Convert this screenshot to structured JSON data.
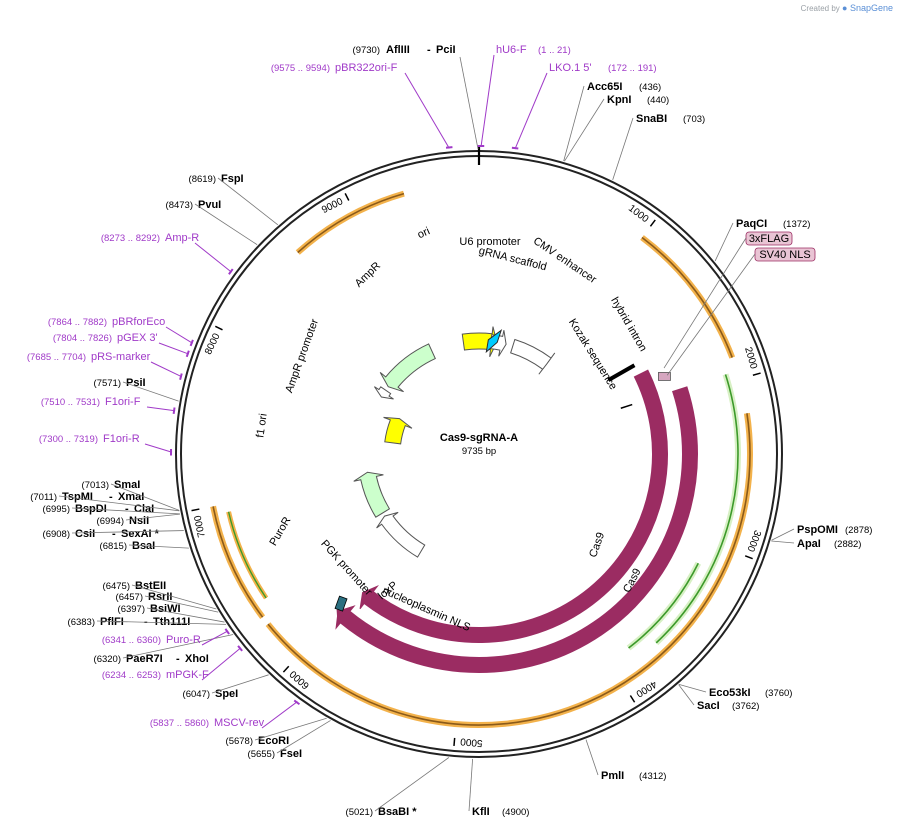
{
  "credit": {
    "created_by": "Created by",
    "brand": "SnapGene"
  },
  "plasmid": {
    "name": "Cas9-sgRNA-A",
    "length_label": "9735 bp",
    "length": 9735
  },
  "colors": {
    "backbone": "#222222",
    "cas9": "#9b2c62",
    "orf_outline": "#f3b24b",
    "orf_inner": "#8a5a1a",
    "green_line": "#3c9a2a",
    "primer": "#a03ac8",
    "ori": "#ffff00",
    "amp": "#ccffcc",
    "u6": "#ffffff",
    "scaffold": "#00ccff"
  },
  "ticks": [
    "1000",
    "2000",
    "3000",
    "4000",
    "5000",
    "6000",
    "7000",
    "8000",
    "9000"
  ],
  "sites": [
    {
      "name": "AflIII",
      "pos": "(9730)",
      "second": "PciI",
      "bp": 9730
    },
    {
      "name": "Acc65I",
      "pos": "(436)",
      "bp": 436
    },
    {
      "name": "KpnI",
      "pos": "(440)",
      "bp": 440
    },
    {
      "name": "SnaBI",
      "pos": "(703)",
      "bp": 703
    },
    {
      "name": "PaqCI",
      "pos": "(1372)",
      "bp": 1372
    },
    {
      "name": "PspOMI",
      "pos": "(2878)",
      "bp": 2878
    },
    {
      "name": "ApaI",
      "pos": "(2882)",
      "bp": 2882
    },
    {
      "name": "Eco53kI",
      "pos": "(3760)",
      "bp": 3760
    },
    {
      "name": "SacI",
      "pos": "(3762)",
      "bp": 3762
    },
    {
      "name": "PmlI",
      "pos": "(4312)",
      "bp": 4312
    },
    {
      "name": "KflI",
      "pos": "(4900)",
      "bp": 4900
    },
    {
      "name": "BsaBI *",
      "pos": "(5021)",
      "bp": 5021
    },
    {
      "name": "FseI",
      "pos": "(5655)",
      "bp": 5655
    },
    {
      "name": "EcoRI",
      "pos": "(5678)",
      "bp": 5678
    },
    {
      "name": "SpeI",
      "pos": "(6047)",
      "bp": 6047
    },
    {
      "name": "PaeR7I",
      "pos": "(6320)",
      "second": "XhoI",
      "bp": 6320
    },
    {
      "name": "PflFI",
      "pos": "(6383)",
      "second": "Tth111I",
      "bp": 6383
    },
    {
      "name": "BsiWI",
      "pos": "(6397)",
      "bp": 6397
    },
    {
      "name": "RsrII",
      "pos": "(6457)",
      "bp": 6457
    },
    {
      "name": "BstEII",
      "pos": "(6475)",
      "bp": 6475
    },
    {
      "name": "BsaI",
      "pos": "(6815)",
      "bp": 6815
    },
    {
      "name": "CsiI",
      "pos": "(6908)",
      "second": "SexAI *",
      "bp": 6908
    },
    {
      "name": "NsiI",
      "pos": "(6994)",
      "bp": 6994
    },
    {
      "name": "BspDI",
      "pos": "(6995)",
      "second": "ClaI",
      "bp": 6995
    },
    {
      "name": "TspMI",
      "pos": "(7011)",
      "second": "XmaI",
      "bp": 7011
    },
    {
      "name": "SmaI",
      "pos": "(7013)",
      "bp": 7013
    },
    {
      "name": "PsiI",
      "pos": "(7571)",
      "bp": 7571
    },
    {
      "name": "PvuI",
      "pos": "(8473)",
      "bp": 8473
    },
    {
      "name": "FspI",
      "pos": "(8619)",
      "bp": 8619
    }
  ],
  "primers": [
    {
      "name": "hU6-F",
      "pos": "(1 .. 21)",
      "bp": 10
    },
    {
      "name": "LKO.1 5'",
      "pos": "(172 .. 191)",
      "bp": 182
    },
    {
      "name": "pBR322ori-F",
      "pos": "(9575 .. 9594)",
      "bp": 9585
    },
    {
      "name": "Amp-R",
      "pos": "(8273 .. 8292)",
      "bp": 8283
    },
    {
      "name": "pBRforEco",
      "pos": "(7864 .. 7882)",
      "bp": 7873
    },
    {
      "name": "pGEX 3'",
      "pos": "(7804 .. 7826)",
      "bp": 7815
    },
    {
      "name": "pRS-marker",
      "pos": "(7685 .. 7704)",
      "bp": 7695
    },
    {
      "name": "F1ori-F",
      "pos": "(7510 .. 7531)",
      "bp": 7520
    },
    {
      "name": "F1ori-R",
      "pos": "(7300 .. 7319)",
      "bp": 7310
    },
    {
      "name": "Puro-R",
      "pos": "(6341 .. 6360)",
      "bp": 6350
    },
    {
      "name": "mPGK-F",
      "pos": "(6234 .. 6253)",
      "bp": 6243
    },
    {
      "name": "MSCV-rev",
      "pos": "(5837 .. 5860)",
      "bp": 5848
    }
  ],
  "tags": [
    {
      "name": "3xFLAG"
    },
    {
      "name": "SV40 NLS"
    }
  ],
  "features": [
    {
      "name": "ori",
      "start": 9450,
      "end": 9200,
      "dir": "cw",
      "type": "ori"
    },
    {
      "name": "U6 promoter",
      "start": 9690,
      "end": 9735,
      "dir": "cw",
      "type": "promoter"
    },
    {
      "name": "gRNA scaffold",
      "type": "misc"
    },
    {
      "name": "CMV enhancer",
      "type": "enhancer"
    },
    {
      "name": "hybrid intron",
      "type": "intron"
    },
    {
      "name": "Kozak sequence",
      "type": "misc"
    },
    {
      "name": "Cas9",
      "type": "cds"
    },
    {
      "name": "nucleoplasmin NLS",
      "type": "nls"
    },
    {
      "name": "loxP",
      "type": "site"
    },
    {
      "name": "PGK promoter",
      "type": "promoter"
    },
    {
      "name": "PuroR",
      "type": "cds"
    },
    {
      "name": "f1 ori",
      "type": "ori"
    },
    {
      "name": "AmpR promoter",
      "type": "promoter"
    },
    {
      "name": "AmpR",
      "type": "cds"
    }
  ]
}
